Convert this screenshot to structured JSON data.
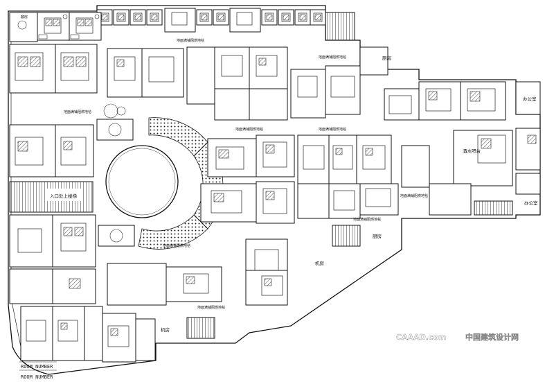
{
  "labels": {
    "carpet_top": "地面满铺阻燃地毯",
    "carpet_top_right": "地面满铺阻燃地毯",
    "carpet_mid": "地面满铺阻燃地毯",
    "carpet_center": "地面满铺阻燃地毯",
    "carpet_right_a": "地面满铺阻燃地毯",
    "carpet_right_b": "地面满铺阻燃地毯",
    "carpet_lower": "地面满铺阻燃地毯",
    "carpet_bottom": "地面满铺阻燃地毯",
    "carpet_left_small": "地面满铺阻燃地毯",
    "kitchen_top": "厨房",
    "kitchen_lower": "厨房",
    "office_top": "办公室",
    "office_bottom": "办公室",
    "bar_counter": "酒水吧台",
    "machine_room_mid": "机房",
    "machine_room_bottom": "机房",
    "entrance_stairs": "入口处上楼梯",
    "room_left_a": "套房",
    "room_number_a": "ROOM NUMBER",
    "room_number_b": "ROOM NUMBER"
  },
  "watermark": {
    "site": "CAAAD.com",
    "name": "中国建筑设计网"
  },
  "colors": {
    "line": "#111111",
    "background": "#ffffff",
    "hatch": "#222222"
  }
}
